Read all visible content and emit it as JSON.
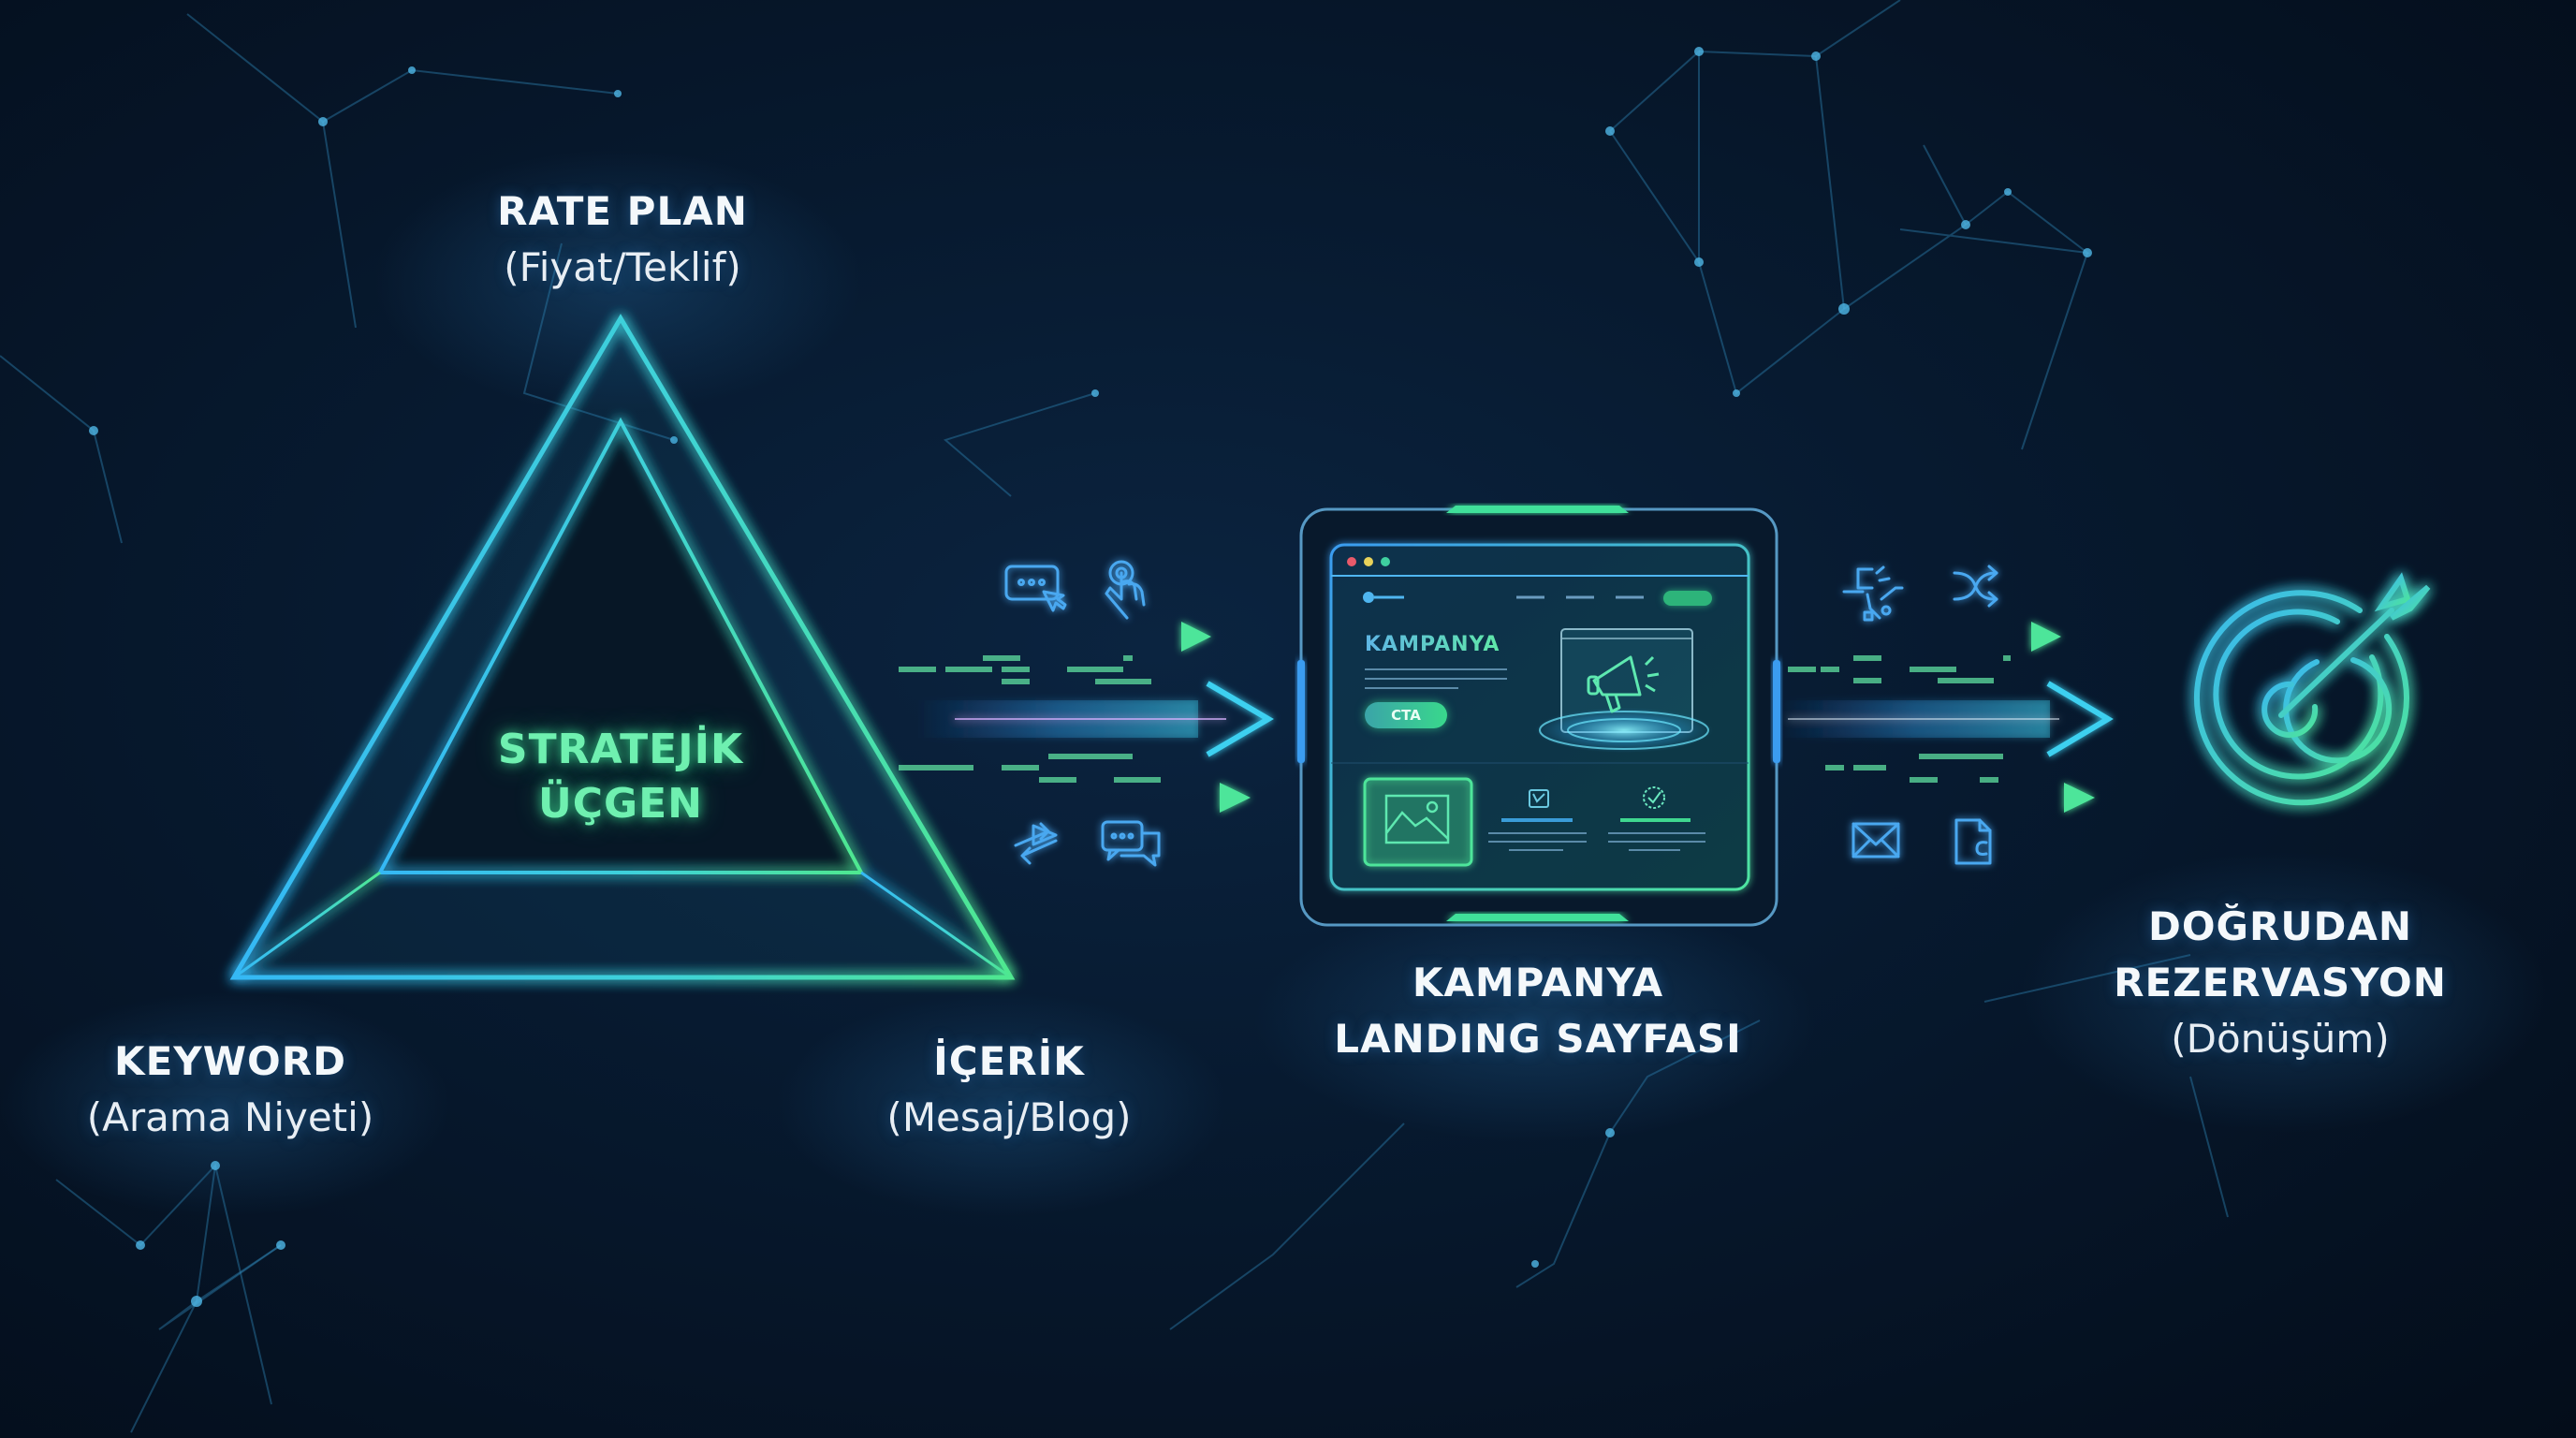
{
  "colors": {
    "background": "#061427",
    "accent_blue": "#3ab8f0",
    "accent_green": "#4ee59a",
    "text": "#f4f8fb",
    "center_text": "#6ff0b0"
  },
  "triangle": {
    "center_label_line1": "STRATEJİK",
    "center_label_line2": "ÜÇGEN",
    "vertices": [
      {
        "id": "top",
        "title": "RATE PLAN",
        "subtitle": "(Fiyat/Teklif)"
      },
      {
        "id": "left",
        "title": "KEYWORD",
        "subtitle": "(Arama Niyeti)"
      },
      {
        "id": "right",
        "title": "İÇERİK",
        "subtitle": "(Mesaj/Blog)"
      }
    ]
  },
  "flow_left": {
    "icons_top": [
      "chat-box-cursor-icon",
      "tap-hand-icon"
    ],
    "icons_bottom": [
      "swap-arrows-icon",
      "chat-bubbles-icon"
    ],
    "arrows": 3
  },
  "landing_page": {
    "title_line1": "KAMPANYA",
    "title_line2": "LANDING SAYFASI",
    "mockup": {
      "heading": "KAMPANYA",
      "cta_label": "CTA",
      "window_dots": [
        "#e85a6a",
        "#e8d25a",
        "#3fd0a0"
      ],
      "hero_icon": "megaphone-icon",
      "features": [
        "image-icon",
        "workflow-icon",
        "check-badge-icon"
      ]
    }
  },
  "flow_right": {
    "icons_top": [
      "network-flow-icon",
      "shuffle-icon"
    ],
    "icons_bottom": [
      "envelope-icon",
      "document-icon"
    ],
    "arrows": 3
  },
  "conversion": {
    "title_line1": "DOĞRUDAN",
    "title_line2": "REZERVASYON",
    "subtitle": "(Dönüşüm)",
    "icon": "target-arrow-icon"
  }
}
